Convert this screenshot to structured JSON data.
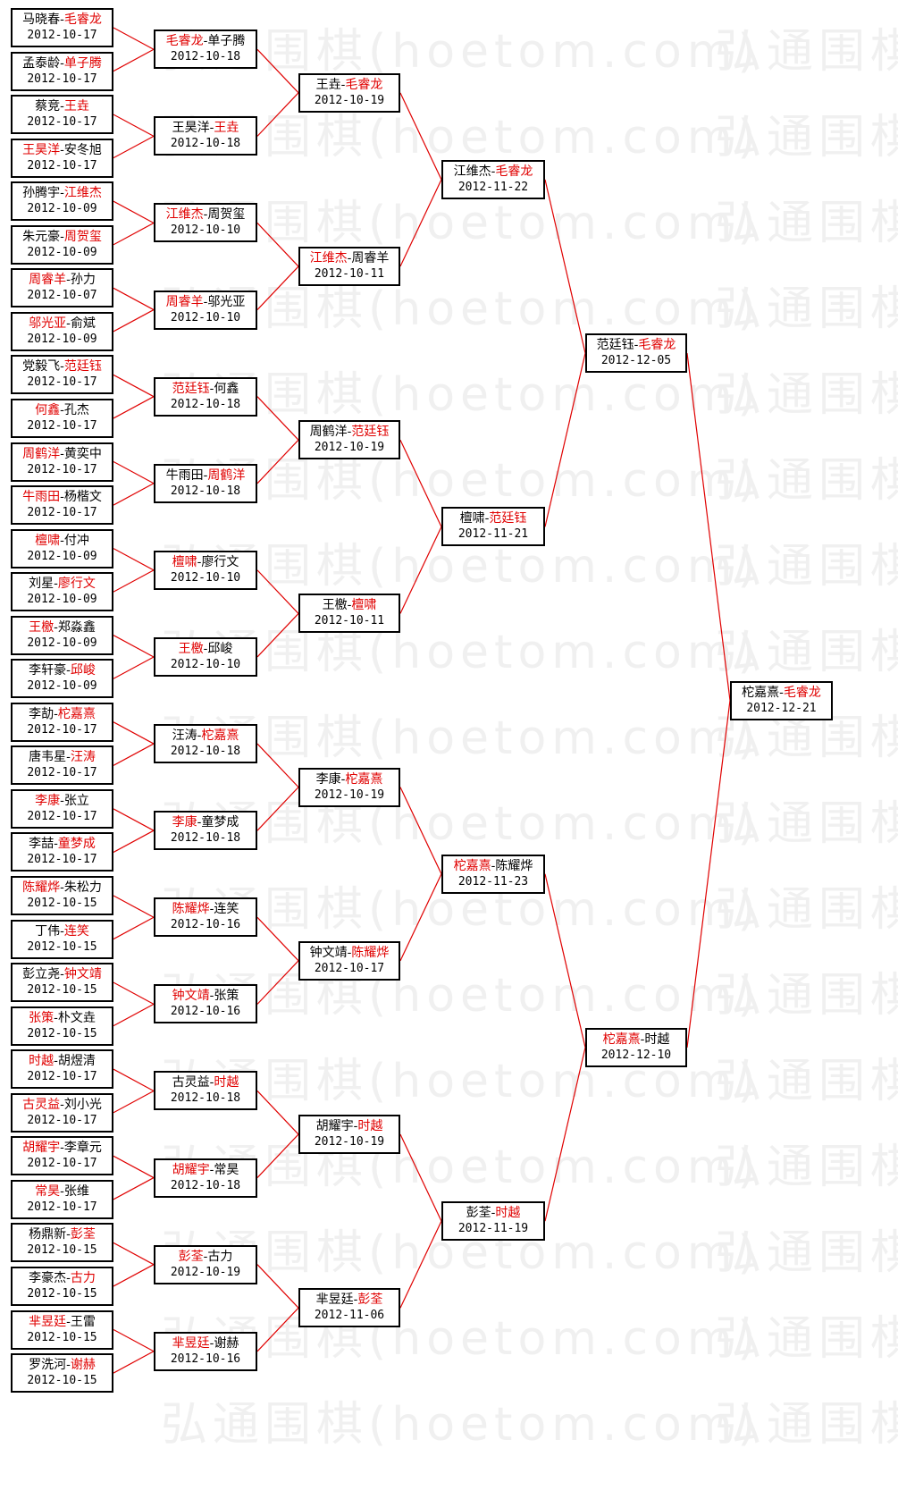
{
  "watermark": {
    "text": "弘通围棋(hoetom.com)"
  },
  "colors": {
    "winner": "#e00000",
    "line": "#e00000",
    "box_border": "#000000"
  },
  "rounds": [
    {
      "matches": [
        {
          "a": "马晓春",
          "b": "毛睿龙",
          "winner": "b",
          "date": "2012-10-17"
        },
        {
          "a": "孟泰龄",
          "b": "单子腾",
          "winner": "b",
          "date": "2012-10-17"
        },
        {
          "a": "蔡竞",
          "b": "王垚",
          "winner": "b",
          "date": "2012-10-17"
        },
        {
          "a": "王昊洋",
          "b": "安冬旭",
          "winner": "a",
          "date": "2012-10-17"
        },
        {
          "a": "孙腾宇",
          "b": "江维杰",
          "winner": "b",
          "date": "2012-10-09"
        },
        {
          "a": "朱元豪",
          "b": "周贺玺",
          "winner": "b",
          "date": "2012-10-09"
        },
        {
          "a": "周睿羊",
          "b": "孙力",
          "winner": "a",
          "date": "2012-10-07"
        },
        {
          "a": "邬光亚",
          "b": "俞斌",
          "winner": "a",
          "date": "2012-10-09"
        },
        {
          "a": "党毅飞",
          "b": "范廷钰",
          "winner": "b",
          "date": "2012-10-17"
        },
        {
          "a": "何鑫",
          "b": "孔杰",
          "winner": "a",
          "date": "2012-10-17"
        },
        {
          "a": "周鹤洋",
          "b": "黄奕中",
          "winner": "a",
          "date": "2012-10-17"
        },
        {
          "a": "牛雨田",
          "b": "杨楷文",
          "winner": "a",
          "date": "2012-10-17"
        },
        {
          "a": "檀啸",
          "b": "付冲",
          "winner": "a",
          "date": "2012-10-09"
        },
        {
          "a": "刘星",
          "b": "廖行文",
          "winner": "b",
          "date": "2012-10-09"
        },
        {
          "a": "王檄",
          "b": "郑淼鑫",
          "winner": "a",
          "date": "2012-10-09"
        },
        {
          "a": "李轩豪",
          "b": "邱峻",
          "winner": "b",
          "date": "2012-10-09"
        },
        {
          "a": "李劼",
          "b": "柁嘉熹",
          "winner": "b",
          "date": "2012-10-17"
        },
        {
          "a": "唐韦星",
          "b": "汪涛",
          "winner": "b",
          "date": "2012-10-17"
        },
        {
          "a": "李康",
          "b": "张立",
          "winner": "a",
          "date": "2012-10-17"
        },
        {
          "a": "李喆",
          "b": "童梦成",
          "winner": "b",
          "date": "2012-10-17"
        },
        {
          "a": "陈耀烨",
          "b": "朱松力",
          "winner": "a",
          "date": "2012-10-15"
        },
        {
          "a": "丁伟",
          "b": "连笑",
          "winner": "b",
          "date": "2012-10-15"
        },
        {
          "a": "彭立尧",
          "b": "钟文靖",
          "winner": "b",
          "date": "2012-10-15"
        },
        {
          "a": "张策",
          "b": "朴文垚",
          "winner": "a",
          "date": "2012-10-15"
        },
        {
          "a": "时越",
          "b": "胡煜清",
          "winner": "a",
          "date": "2012-10-17"
        },
        {
          "a": "古灵益",
          "b": "刘小光",
          "winner": "a",
          "date": "2012-10-17"
        },
        {
          "a": "胡耀宇",
          "b": "李章元",
          "winner": "a",
          "date": "2012-10-17"
        },
        {
          "a": "常昊",
          "b": "张维",
          "winner": "a",
          "date": "2012-10-17"
        },
        {
          "a": "杨鼎新",
          "b": "彭荃",
          "winner": "b",
          "date": "2012-10-15"
        },
        {
          "a": "李豪杰",
          "b": "古力",
          "winner": "b",
          "date": "2012-10-15"
        },
        {
          "a": "芈昱廷",
          "b": "王雷",
          "winner": "a",
          "date": "2012-10-15"
        },
        {
          "a": "罗洗河",
          "b": "谢赫",
          "winner": "b",
          "date": "2012-10-15"
        }
      ]
    },
    {
      "matches": [
        {
          "a": "毛睿龙",
          "b": "单子腾",
          "winner": "a",
          "date": "2012-10-18"
        },
        {
          "a": "王昊洋",
          "b": "王垚",
          "winner": "b",
          "date": "2012-10-18"
        },
        {
          "a": "江维杰",
          "b": "周贺玺",
          "winner": "a",
          "date": "2012-10-10"
        },
        {
          "a": "周睿羊",
          "b": "邬光亚",
          "winner": "a",
          "date": "2012-10-10"
        },
        {
          "a": "范廷钰",
          "b": "何鑫",
          "winner": "a",
          "date": "2012-10-18"
        },
        {
          "a": "牛雨田",
          "b": "周鹤洋",
          "winner": "b",
          "date": "2012-10-18"
        },
        {
          "a": "檀啸",
          "b": "廖行文",
          "winner": "a",
          "date": "2012-10-10"
        },
        {
          "a": "王檄",
          "b": "邱峻",
          "winner": "a",
          "date": "2012-10-10"
        },
        {
          "a": "汪涛",
          "b": "柁嘉熹",
          "winner": "b",
          "date": "2012-10-18"
        },
        {
          "a": "李康",
          "b": "童梦成",
          "winner": "a",
          "date": "2012-10-18"
        },
        {
          "a": "陈耀烨",
          "b": "连笑",
          "winner": "a",
          "date": "2012-10-16"
        },
        {
          "a": "钟文靖",
          "b": "张策",
          "winner": "a",
          "date": "2012-10-16"
        },
        {
          "a": "古灵益",
          "b": "时越",
          "winner": "b",
          "date": "2012-10-18"
        },
        {
          "a": "胡耀宇",
          "b": "常昊",
          "winner": "a",
          "date": "2012-10-18"
        },
        {
          "a": "彭荃",
          "b": "古力",
          "winner": "a",
          "date": "2012-10-19"
        },
        {
          "a": "芈昱廷",
          "b": "谢赫",
          "winner": "a",
          "date": "2012-10-16"
        }
      ]
    },
    {
      "matches": [
        {
          "a": "王垚",
          "b": "毛睿龙",
          "winner": "b",
          "date": "2012-10-19"
        },
        {
          "a": "江维杰",
          "b": "周睿羊",
          "winner": "a",
          "date": "2012-10-11"
        },
        {
          "a": "周鹤洋",
          "b": "范廷钰",
          "winner": "b",
          "date": "2012-10-19"
        },
        {
          "a": "王檄",
          "b": "檀啸",
          "winner": "b",
          "date": "2012-10-11"
        },
        {
          "a": "李康",
          "b": "柁嘉熹",
          "winner": "b",
          "date": "2012-10-19"
        },
        {
          "a": "钟文靖",
          "b": "陈耀烨",
          "winner": "b",
          "date": "2012-10-17"
        },
        {
          "a": "胡耀宇",
          "b": "时越",
          "winner": "b",
          "date": "2012-10-19"
        },
        {
          "a": "芈昱廷",
          "b": "彭荃",
          "winner": "b",
          "date": "2012-11-06"
        }
      ]
    },
    {
      "matches": [
        {
          "a": "江维杰",
          "b": "毛睿龙",
          "winner": "b",
          "date": "2012-11-22"
        },
        {
          "a": "檀啸",
          "b": "范廷钰",
          "winner": "b",
          "date": "2012-11-21"
        },
        {
          "a": "柁嘉熹",
          "b": "陈耀烨",
          "winner": "a",
          "date": "2012-11-23"
        },
        {
          "a": "彭荃",
          "b": "时越",
          "winner": "b",
          "date": "2012-11-19"
        }
      ]
    },
    {
      "matches": [
        {
          "a": "范廷钰",
          "b": "毛睿龙",
          "winner": "b",
          "date": "2012-12-05"
        },
        {
          "a": "柁嘉熹",
          "b": "时越",
          "winner": "a",
          "date": "2012-12-10"
        }
      ]
    },
    {
      "matches": [
        {
          "a": "柁嘉熹",
          "b": "毛睿龙",
          "winner": "b",
          "date": "2012-12-21"
        }
      ]
    }
  ]
}
